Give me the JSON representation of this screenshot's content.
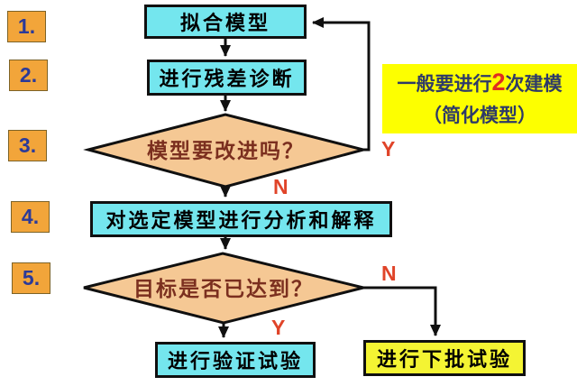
{
  "diagram": {
    "title_implied": "modeling-flowchart",
    "background": "#ffffff"
  },
  "colors": {
    "process_fill": "#74e6ee",
    "decision_fill": "#f5c894",
    "step_fill": "#f2a53a",
    "step_text": "#2b3a99",
    "note_bg": "#fdff00",
    "note_text": "#2e3a68",
    "note_number_red": "#e02d20",
    "branch_label": "#e04429",
    "line": "#101010",
    "yellow_box_fill": "#f4f433",
    "decision_text": "#7b2f1f"
  },
  "steps": [
    {
      "label": "1."
    },
    {
      "label": "2."
    },
    {
      "label": "3."
    },
    {
      "label": "4."
    },
    {
      "label": "5."
    }
  ],
  "flow": {
    "fit_model": "拟合模型",
    "residual_diagnosis": "进行残差诊断",
    "improve_question": "模型要改进吗？",
    "analyze_model": "对选定模型进行分析和解释",
    "goal_question": "目标是否已达到？",
    "verify_experiment": "进行验证试验",
    "next_batch_experiment": "进行下批试验"
  },
  "labels": {
    "yes": "Y",
    "no": "N"
  },
  "note": {
    "line1_pre": "一般要进行",
    "line1_num": "2",
    "line1_post": "次建模",
    "line2": "（简化模型）"
  }
}
